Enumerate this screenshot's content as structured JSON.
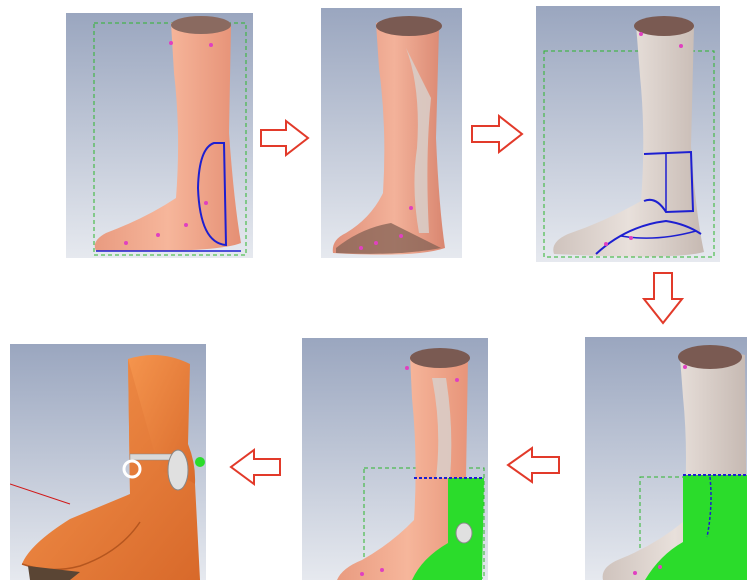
{
  "figure": {
    "description_free": true,
    "panels": [
      {
        "id": "step-1",
        "stage": 1
      },
      {
        "id": "step-2",
        "stage": 2
      },
      {
        "id": "step-3",
        "stage": 3
      },
      {
        "id": "step-4",
        "stage": 4
      },
      {
        "id": "step-5",
        "stage": 5
      },
      {
        "id": "step-6",
        "stage": 6
      }
    ],
    "colors": {
      "background_top": "#9aa6bf",
      "background_bottom": "#e4e7ee",
      "skin": "#f2a98c",
      "skin_grey": "#ddd4cf",
      "curve_blue": "#1d1fd1",
      "bbox_green": "#2db52d",
      "orthosis_green": "#2bdc2b",
      "orthosis_orange": "#f0843c",
      "arrow_red": "#e23a2a",
      "marker_magenta": "#e040c0"
    }
  }
}
